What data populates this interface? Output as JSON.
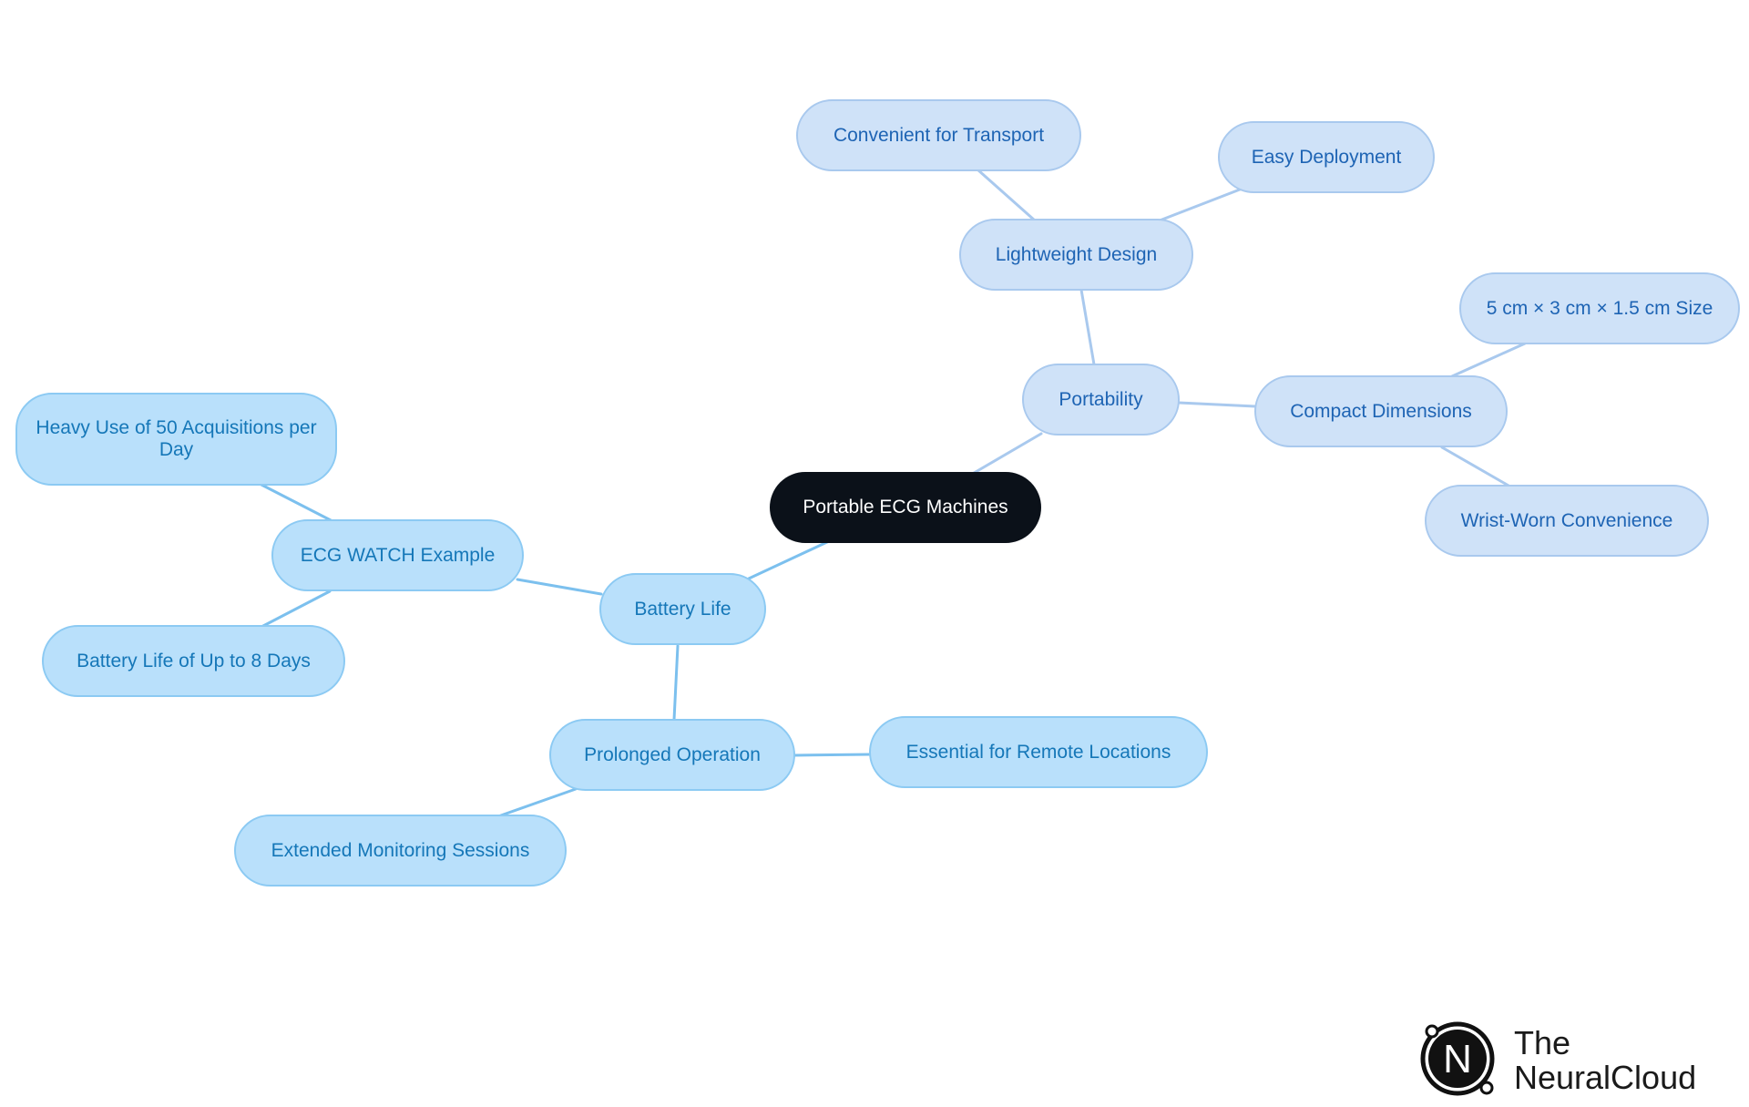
{
  "diagram": {
    "root": {
      "id": "root",
      "label": "Portable ECG Machines"
    },
    "nodes": [
      {
        "id": "portability",
        "label": "Portability",
        "parent": "root",
        "style": "blue"
      },
      {
        "id": "lightweight",
        "label": "Lightweight Design",
        "parent": "portability",
        "style": "blue"
      },
      {
        "id": "transport",
        "label": "Convenient for Transport",
        "parent": "lightweight",
        "style": "blue"
      },
      {
        "id": "deployment",
        "label": "Easy Deployment",
        "parent": "lightweight",
        "style": "blue"
      },
      {
        "id": "compact",
        "label": "Compact Dimensions",
        "parent": "portability",
        "style": "blue"
      },
      {
        "id": "size",
        "label": "5 cm × 3 cm × 1.5 cm Size",
        "parent": "compact",
        "style": "blue"
      },
      {
        "id": "wrist",
        "label": "Wrist-Worn Convenience",
        "parent": "compact",
        "style": "blue"
      },
      {
        "id": "battery",
        "label": "Battery Life",
        "parent": "root",
        "style": "sky"
      },
      {
        "id": "ecgwatch",
        "label": "ECG WATCH Example",
        "parent": "battery",
        "style": "sky"
      },
      {
        "id": "heavyuse",
        "label": "Heavy Use of 50 Acquisitions per Day",
        "parent": "ecgwatch",
        "style": "sky"
      },
      {
        "id": "eightdays",
        "label": "Battery Life of Up to 8 Days",
        "parent": "ecgwatch",
        "style": "sky"
      },
      {
        "id": "prolonged",
        "label": "Prolonged Operation",
        "parent": "battery",
        "style": "sky"
      },
      {
        "id": "remote",
        "label": "Essential for Remote Locations",
        "parent": "prolonged",
        "style": "sky"
      },
      {
        "id": "extended",
        "label": "Extended Monitoring Sessions",
        "parent": "prolonged",
        "style": "sky"
      }
    ]
  },
  "logo": {
    "line1": "The",
    "line2": "NeuralCloud",
    "mark": "N"
  },
  "colors": {
    "root_fill": "#0b1119",
    "blue_fill": "#cfe2f8",
    "blue_text": "#1e64b4",
    "sky_fill": "#b9e0fb",
    "sky_text": "#1577b8",
    "edge_blue": "#a9c9ee",
    "edge_sky": "#7cc0ee"
  }
}
